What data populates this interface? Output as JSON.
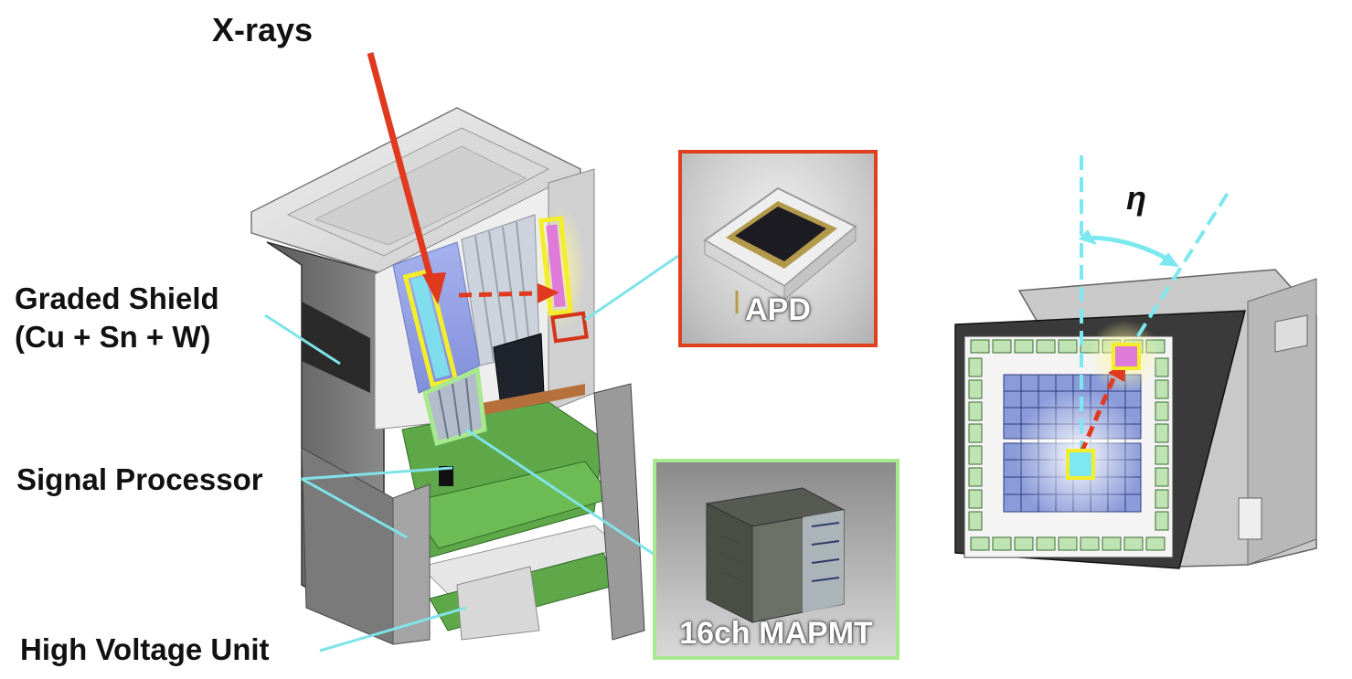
{
  "labels": {
    "xrays": "X-rays",
    "graded_shield_line1": "Graded Shield",
    "graded_shield_line2": "(Cu + Sn + W)",
    "signal_processor": "Signal Processor",
    "high_voltage_unit": "High Voltage Unit",
    "apd": "APD",
    "mapmt": "16ch MAPMT",
    "eta": "η"
  },
  "colors": {
    "arrow_red": "#e03a1e",
    "leader_cyan": "#7fe3e8",
    "apd_frame": "#e0401e",
    "mapmt_frame": "#a8e890",
    "highlight_yellow": "#f4ee2a",
    "highlight_pink": "#e07ad8",
    "highlight_cyan": "#7de8ef"
  },
  "icons": [
    "xray-arrow",
    "scatter-arrow",
    "apd-photo",
    "mapmt-photo",
    "detector-cutaway",
    "detector-cube"
  ]
}
